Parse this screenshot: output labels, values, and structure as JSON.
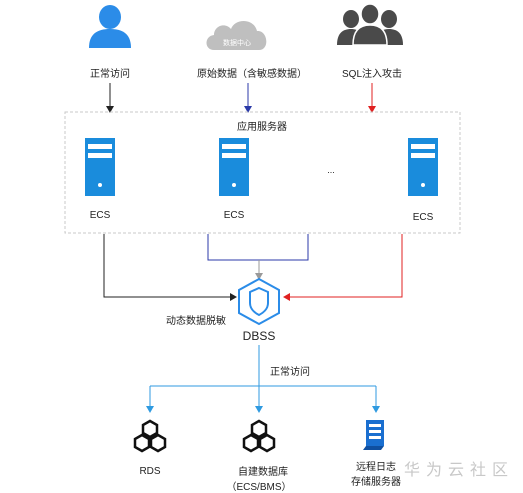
{
  "top": {
    "normal_user_label": "正常访问",
    "raw_data_label": "原始数据（含敏感数据）",
    "cloud_text": "数据中心",
    "attacker_label": "SQL注入攻击"
  },
  "servers": {
    "group_title": "应用服务器",
    "ecs_1": "ECS",
    "ecs_2": "ECS",
    "ellipsis": "...",
    "ecs_3": "ECS"
  },
  "dbss": {
    "label": "DBSS",
    "masking_label": "动态数据脱敏",
    "normal_access_label": "正常访问"
  },
  "targets": {
    "rds_label": "RDS",
    "selfbuilt_line1": "自建数据库",
    "selfbuilt_line2": "（ECS/BMS）",
    "log_line1": "远程日志",
    "log_line2": "存储服务器"
  },
  "watermark": "华为云社区",
  "colors": {
    "blue": "#2f7fd6",
    "icon_blue": "#1a8cdc",
    "dbss_blue": "#2b8ce8",
    "red": "#e02020",
    "dark_blue_line": "#2b3aa8",
    "black_line": "#222222",
    "gray_cloud": "#bfbfbf",
    "attacker_gray": "#4a4a4a",
    "dashed_border": "#c9c9c9"
  }
}
